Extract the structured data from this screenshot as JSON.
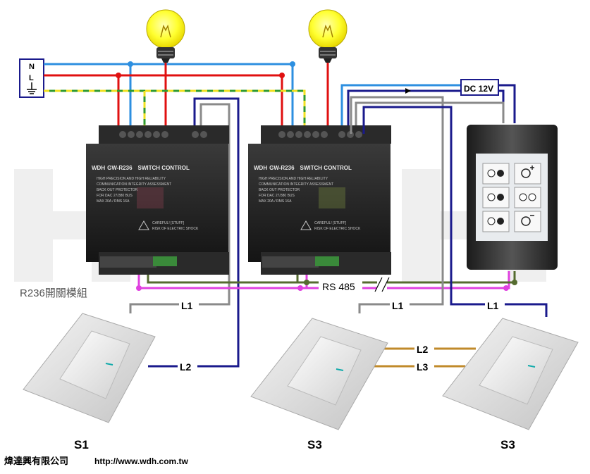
{
  "panel": {
    "n": "N",
    "l": "L"
  },
  "power_supply": "DC 12V",
  "module_caption": "R236開關模組",
  "bus_label": "RS 485",
  "modules": [
    {
      "brand": "WDH",
      "model": "GW-R236",
      "title": "SWITCH CONTROL",
      "lines": [
        "HIGH PRECISION AND HIGH RELIABILITY",
        "COMMUNICATION INTEGRITY ASSESSMENT",
        "BACK OUT PROTECTOR",
        "FOR DAC 27/380 BUS",
        "MAX 20A / RMS 16A"
      ],
      "warning": [
        "CAREFUL! [STUFF]",
        "RISK OF ELECTRIC SHOCK"
      ]
    },
    {
      "brand": "WDH",
      "model": "GW-R236",
      "title": "SWITCH CONTROL",
      "lines": [
        "HIGH PRECISION AND HIGH RELIABILITY",
        "COMMUNICATION INTEGRITY ASSESSMENT",
        "BACK OUT PROTECTOR",
        "FOR DAC 27/380 BUS",
        "MAX 20A / RMS 16A"
      ],
      "warning": [
        "CAREFUL! [STUFF]",
        "RISK OF ELECTRIC SHOCK"
      ]
    }
  ],
  "wire_labels": {
    "l1": "L1",
    "l2": "L2",
    "l3": "L3"
  },
  "switches": {
    "s1": "S1",
    "s3a": "S3",
    "s3b": "S3"
  },
  "footer": {
    "company": "煒達興有限公司",
    "url": "http://www.wdh.com.tw"
  },
  "colors": {
    "neutral": "#2d8fe0",
    "live": "#e01010",
    "earth_green": "#2f9a2f",
    "earth_yellow": "#f0e020",
    "control": "#1a1a8c",
    "traveler": "#c08a2a",
    "rs485": "#e040e0",
    "gray_wire": "#8a8a8a",
    "olive_wire": "#556b2f"
  }
}
